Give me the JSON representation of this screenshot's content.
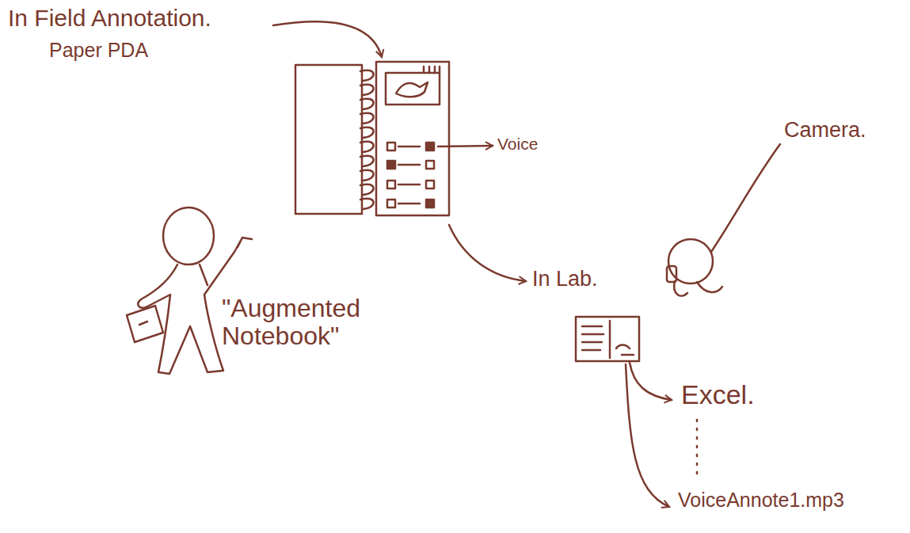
{
  "diagram": {
    "labels": [
      "In Field Annotation.",
      "Paper PDA",
      "Voice",
      "Camera.",
      "In Lab.",
      "\"Augmented Notebook\"",
      "Excel.",
      "VoiceAnnote1.mp3"
    ]
  }
}
